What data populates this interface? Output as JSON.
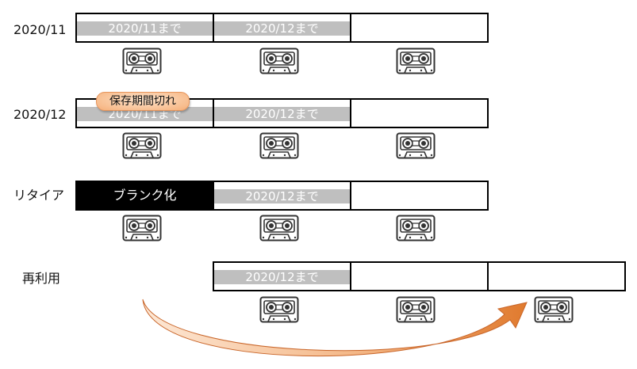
{
  "rows": [
    {
      "label": "2020/11",
      "slots": [
        {
          "text": "2020/11まで",
          "style": "gray"
        },
        {
          "text": "2020/12まで",
          "style": "gray"
        },
        {
          "text": "",
          "style": "empty"
        }
      ]
    },
    {
      "label": "2020/12",
      "slots": [
        {
          "text": "2020/11まで",
          "style": "gray"
        },
        {
          "text": "2020/12まで",
          "style": "gray"
        },
        {
          "text": "",
          "style": "empty"
        }
      ]
    },
    {
      "label": "リタイア",
      "slots": [
        {
          "text": "ブランク化",
          "style": "black"
        },
        {
          "text": "2020/12まで",
          "style": "gray"
        },
        {
          "text": "",
          "style": "empty"
        }
      ]
    },
    {
      "label": "再利用",
      "slots": [
        {
          "text": "2020/12まで",
          "style": "gray"
        },
        {
          "text": "",
          "style": "empty"
        },
        {
          "text": "",
          "style": "empty"
        }
      ]
    }
  ],
  "callout": {
    "text": "保存期間切れ"
  },
  "icons": {
    "tape": "cassette-tape-icon",
    "arrow": "curved-arrow"
  },
  "colors": {
    "band": "#bfbfbf",
    "arrow_start": "#fde8d6",
    "arrow_end": "#e07a2e",
    "callout": "#f6b07a"
  }
}
